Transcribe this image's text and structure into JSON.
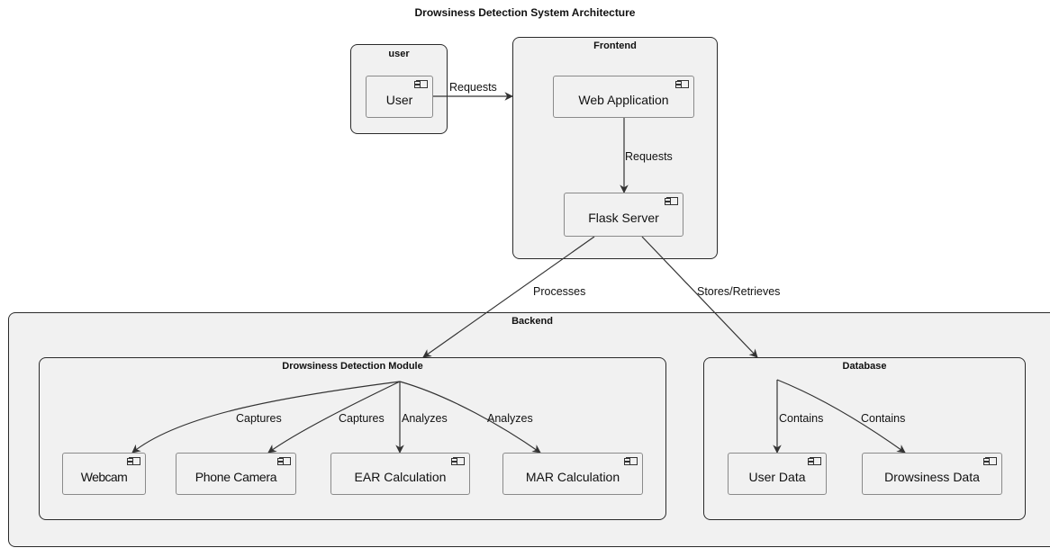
{
  "title": "Drowsiness Detection System Architecture",
  "packages": {
    "user": "user",
    "frontend": "Frontend",
    "backend": "Backend",
    "module": "Drowsiness Detection Module",
    "database": "Database"
  },
  "components": {
    "user": "User",
    "web_app": "Web Application",
    "flask": "Flask Server",
    "webcam": "Webcam",
    "phone_camera": "Phone Camera",
    "ear": "EAR Calculation",
    "mar": "MAR Calculation",
    "user_data": "User Data",
    "drowsiness_data": "Drowsiness Data"
  },
  "edges": {
    "user_to_frontend": "Requests",
    "web_to_flask": "Requests",
    "flask_to_module": "Processes",
    "flask_to_db": "Stores/Retrieves",
    "to_webcam": "Captures",
    "to_phone": "Captures",
    "to_ear": "Analyzes",
    "to_mar": "Analyzes",
    "to_user_data": "Contains",
    "to_drowsiness_data": "Contains"
  }
}
